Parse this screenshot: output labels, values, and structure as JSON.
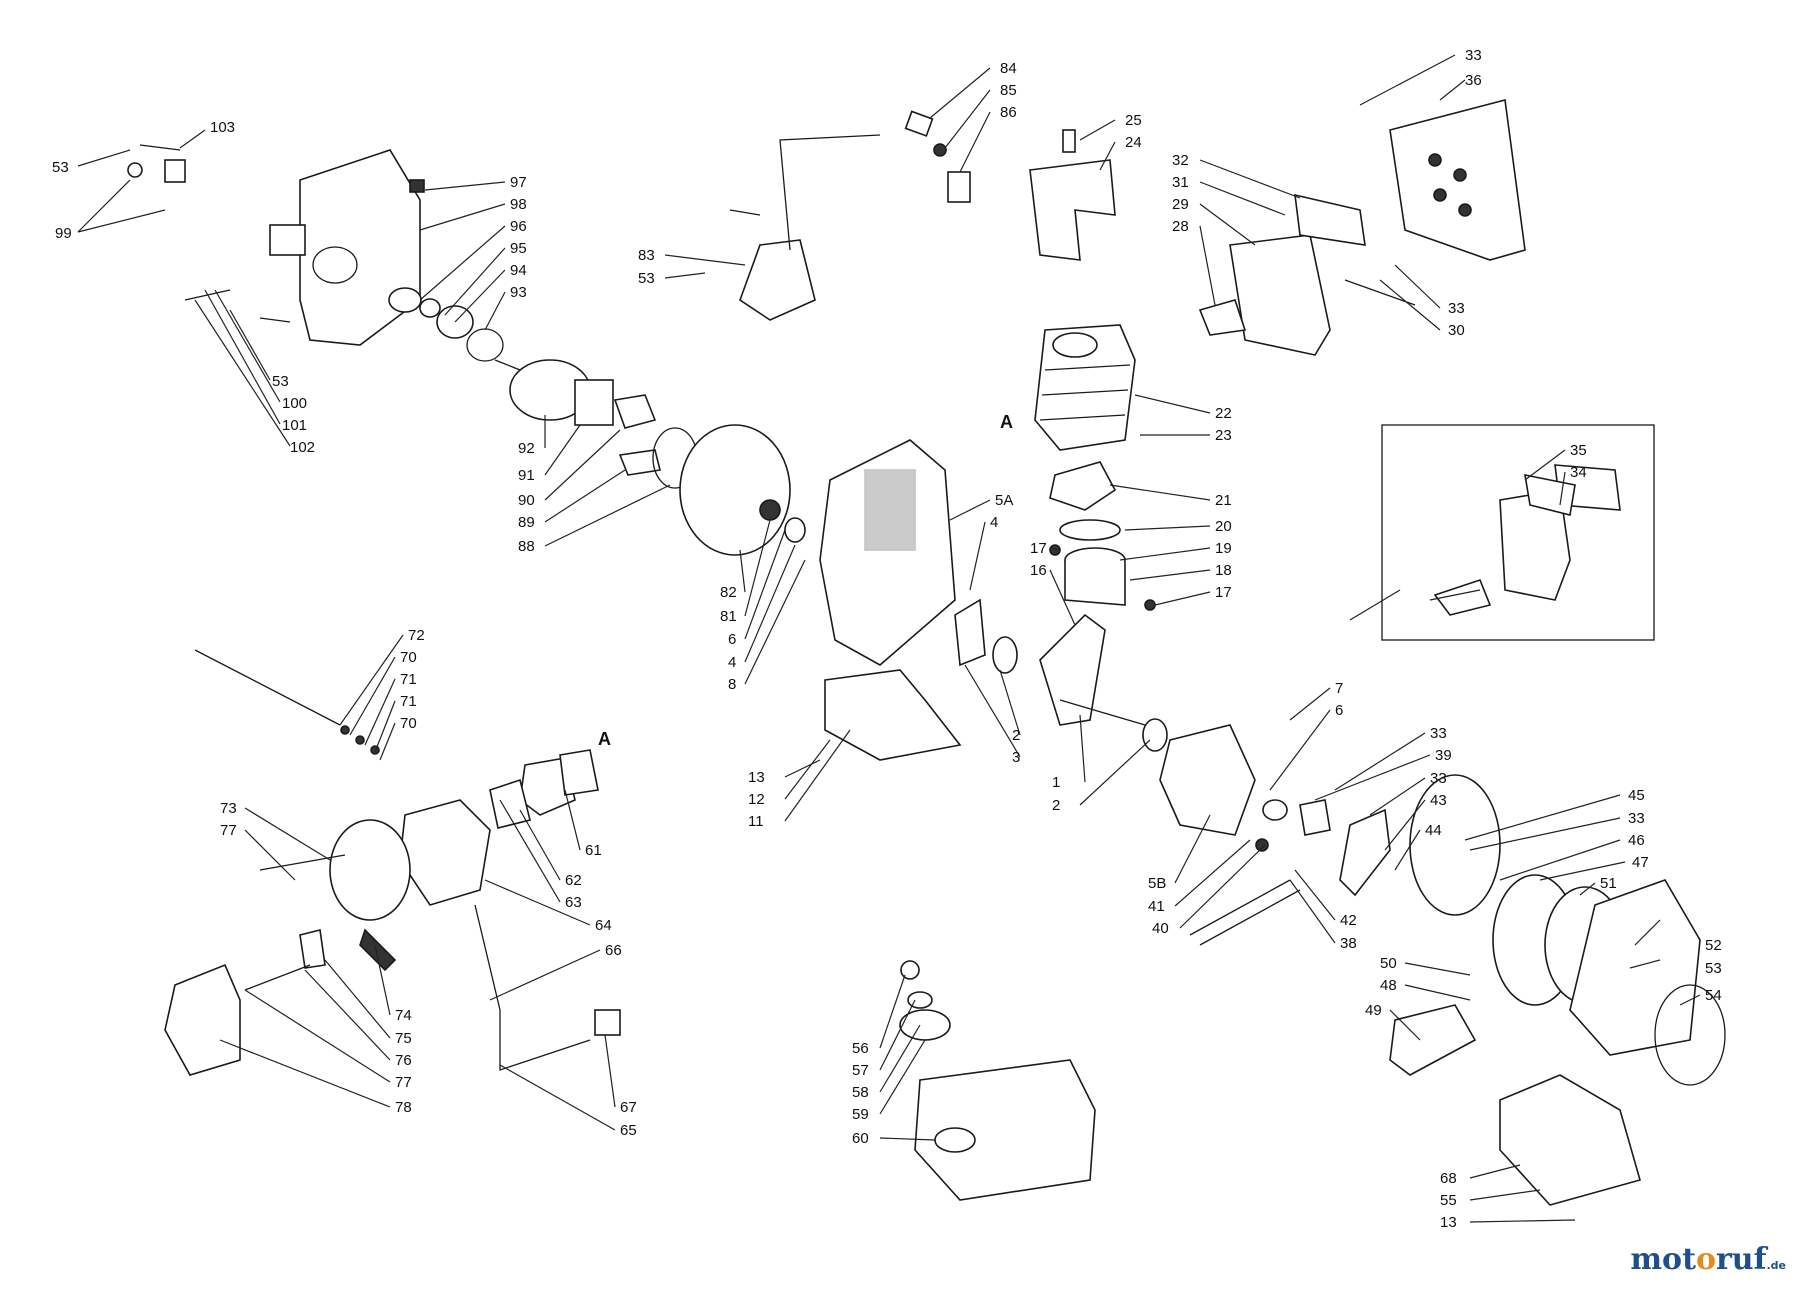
{
  "watermark": {
    "part1": "mot",
    "part2": "o",
    "part3": "ruf",
    "tld": ".de"
  },
  "labels": [
    "53",
    "103",
    "99",
    "97",
    "98",
    "96",
    "95",
    "94",
    "93",
    "53",
    "100",
    "101",
    "102",
    "92",
    "91",
    "90",
    "89",
    "88",
    "82",
    "81",
    "6",
    "4",
    "8",
    "83",
    "53",
    "84",
    "85",
    "86",
    "25",
    "24",
    "32",
    "31",
    "29",
    "28",
    "33",
    "36",
    "33",
    "30",
    "22",
    "23",
    "21",
    "20",
    "19",
    "18",
    "17",
    "17",
    "16",
    "A",
    "5A",
    "4",
    "2",
    "3",
    "1",
    "2",
    "35",
    "34",
    "72",
    "70",
    "71",
    "71",
    "70",
    "A",
    "61",
    "62",
    "63",
    "64",
    "66",
    "67",
    "65",
    "73",
    "77",
    "74",
    "75",
    "76",
    "77",
    "78",
    "13",
    "12",
    "11",
    "56",
    "57",
    "58",
    "59",
    "60",
    "7",
    "6",
    "33",
    "39",
    "33",
    "43",
    "44",
    "5B",
    "41",
    "40",
    "42",
    "38",
    "45",
    "33",
    "46",
    "47",
    "51",
    "52",
    "53",
    "54",
    "50",
    "48",
    "49",
    "68",
    "55",
    "13"
  ]
}
